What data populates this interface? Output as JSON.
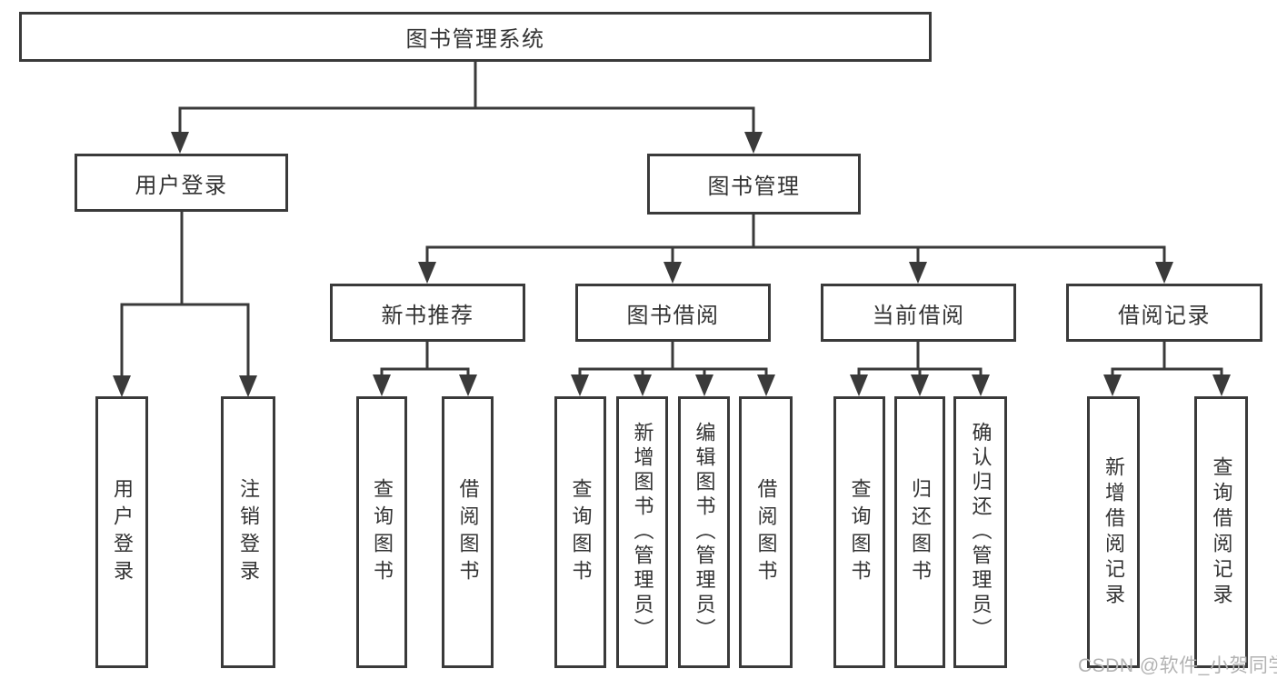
{
  "diagram": {
    "title": "图书管理系统",
    "nodes": {
      "root": "图书管理系统",
      "user_login": "用户登录",
      "book_mgmt": "图书管理",
      "new_book_rec": "新书推荐",
      "book_borrow": "图书借阅",
      "current_borrow": "当前借阅",
      "borrow_records": "借阅记录",
      "leaf_user_login": "用户登录",
      "leaf_logout": "注销登录",
      "leaf_rec_query_book": "查询图书",
      "leaf_rec_borrow_book": "借阅图书",
      "leaf_bb_query_book": "查询图书",
      "leaf_bb_add_book_admin": "新增图书（管理员）",
      "leaf_bb_edit_book_admin": "编辑图书（管理员）",
      "leaf_bb_borrow_book": "借阅图书",
      "leaf_cb_query_book": "查询图书",
      "leaf_cb_return_book": "归还图书",
      "leaf_cb_confirm_return_admin": "确认归还（管理员）",
      "leaf_br_add_record": "新增借阅记录",
      "leaf_br_query_record": "查询借阅记录"
    },
    "colors": {
      "line": "#3a3a3a",
      "text": "#333333",
      "background": "#ffffff",
      "watermark": "#b3b3b3"
    }
  },
  "watermark": "CSDN @软件_小贺同学"
}
